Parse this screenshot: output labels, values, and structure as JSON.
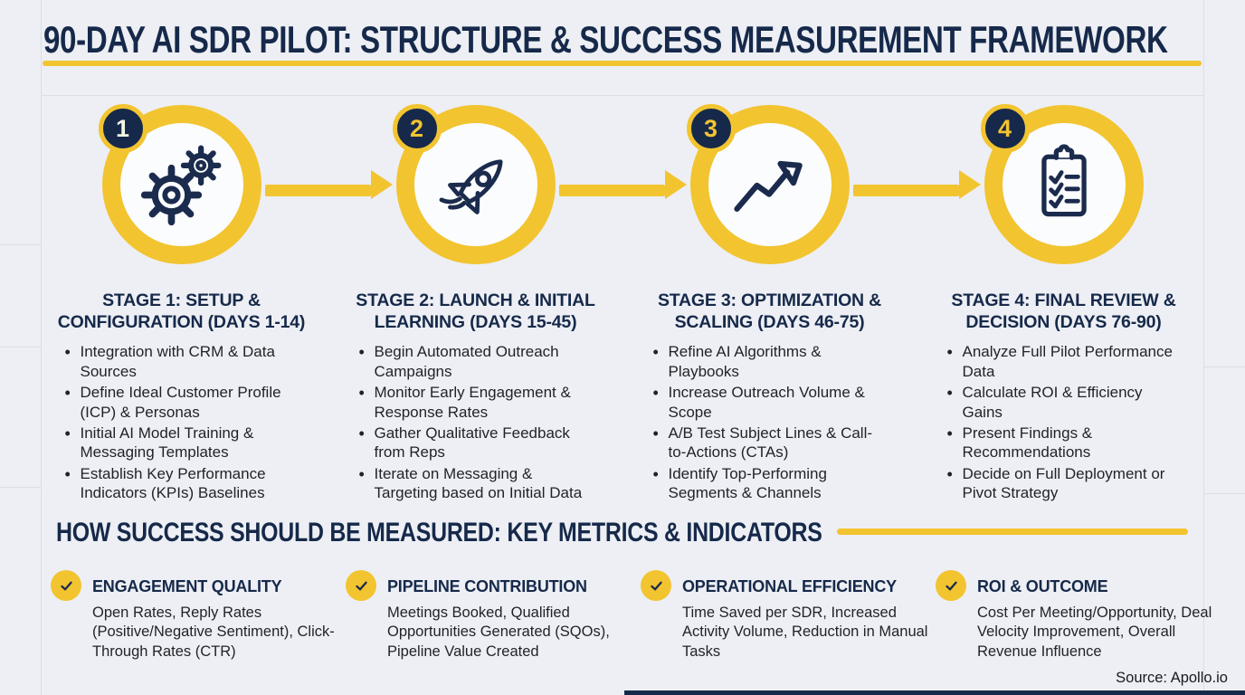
{
  "title": "90-DAY AI SDR PILOT: STRUCTURE & SUCCESS MEASUREMENT FRAMEWORK",
  "stages": [
    {
      "number": "1",
      "icon": "gears-icon",
      "title": "STAGE 1: SETUP & CONFIGURATION (DAYS 1-14)",
      "bullets": [
        "Integration with CRM & Data Sources",
        "Define Ideal Customer Profile (ICP) & Personas",
        "Initial AI Model Training & Messaging Templates",
        "Establish Key Performance Indicators (KPIs) Baselines"
      ]
    },
    {
      "number": "2",
      "icon": "rocket-icon",
      "title": "STAGE 2: LAUNCH & INITIAL LEARNING (DAYS 15-45)",
      "bullets": [
        "Begin Automated Outreach Campaigns",
        "Monitor Early Engagement & Response Rates",
        "Gather Qualitative Feedback from Reps",
        "Iterate on Messaging & Targeting based on Initial Data"
      ]
    },
    {
      "number": "3",
      "icon": "growth-arrow-icon",
      "title": "STAGE 3: OPTIMIZATION & SCALING (DAYS 46-75)",
      "bullets": [
        "Refine AI Algorithms & Playbooks",
        "Increase Outreach Volume & Scope",
        "A/B Test Subject Lines & Call-to-Actions (CTAs)",
        "Identify Top-Performing Segments & Channels"
      ]
    },
    {
      "number": "4",
      "icon": "checklist-icon",
      "title": "STAGE 4: FINAL REVIEW & DECISION (DAYS 76-90)",
      "bullets": [
        "Analyze Full Pilot Performance Data",
        "Calculate ROI & Efficiency Gains",
        "Present Findings & Recommendations",
        "Decide on Full Deployment or Pivot Strategy"
      ]
    }
  ],
  "metrics_section": {
    "heading": "HOW SUCCESS SHOULD BE MEASURED: KEY METRICS & INDICATORS",
    "metrics": [
      {
        "icon": "check-icon",
        "title": "ENGAGEMENT QUALITY",
        "description": "Open Rates, Reply Rates (Positive/Negative Sentiment), Click-Through Rates (CTR)"
      },
      {
        "icon": "check-icon",
        "title": "PIPELINE CONTRIBUTION",
        "description": "Meetings Booked, Qualified Opportunities Generated (SQOs), Pipeline Value Created"
      },
      {
        "icon": "check-icon",
        "title": "OPERATIONAL EFFICIENCY",
        "description": "Time Saved per SDR, Increased Activity Volume, Reduction in Manual Tasks"
      },
      {
        "icon": "check-icon",
        "title": "ROI & OUTCOME",
        "description": "Cost Per Meeting/Opportunity, Deal Velocity Improvement, Overall Revenue Influence"
      }
    ]
  },
  "source": "Source: Apollo.io",
  "colors": {
    "accent_yellow": "#F2C430",
    "navy": "#16294A",
    "body_text": "#1F2227",
    "background": "#EDEFF4"
  }
}
